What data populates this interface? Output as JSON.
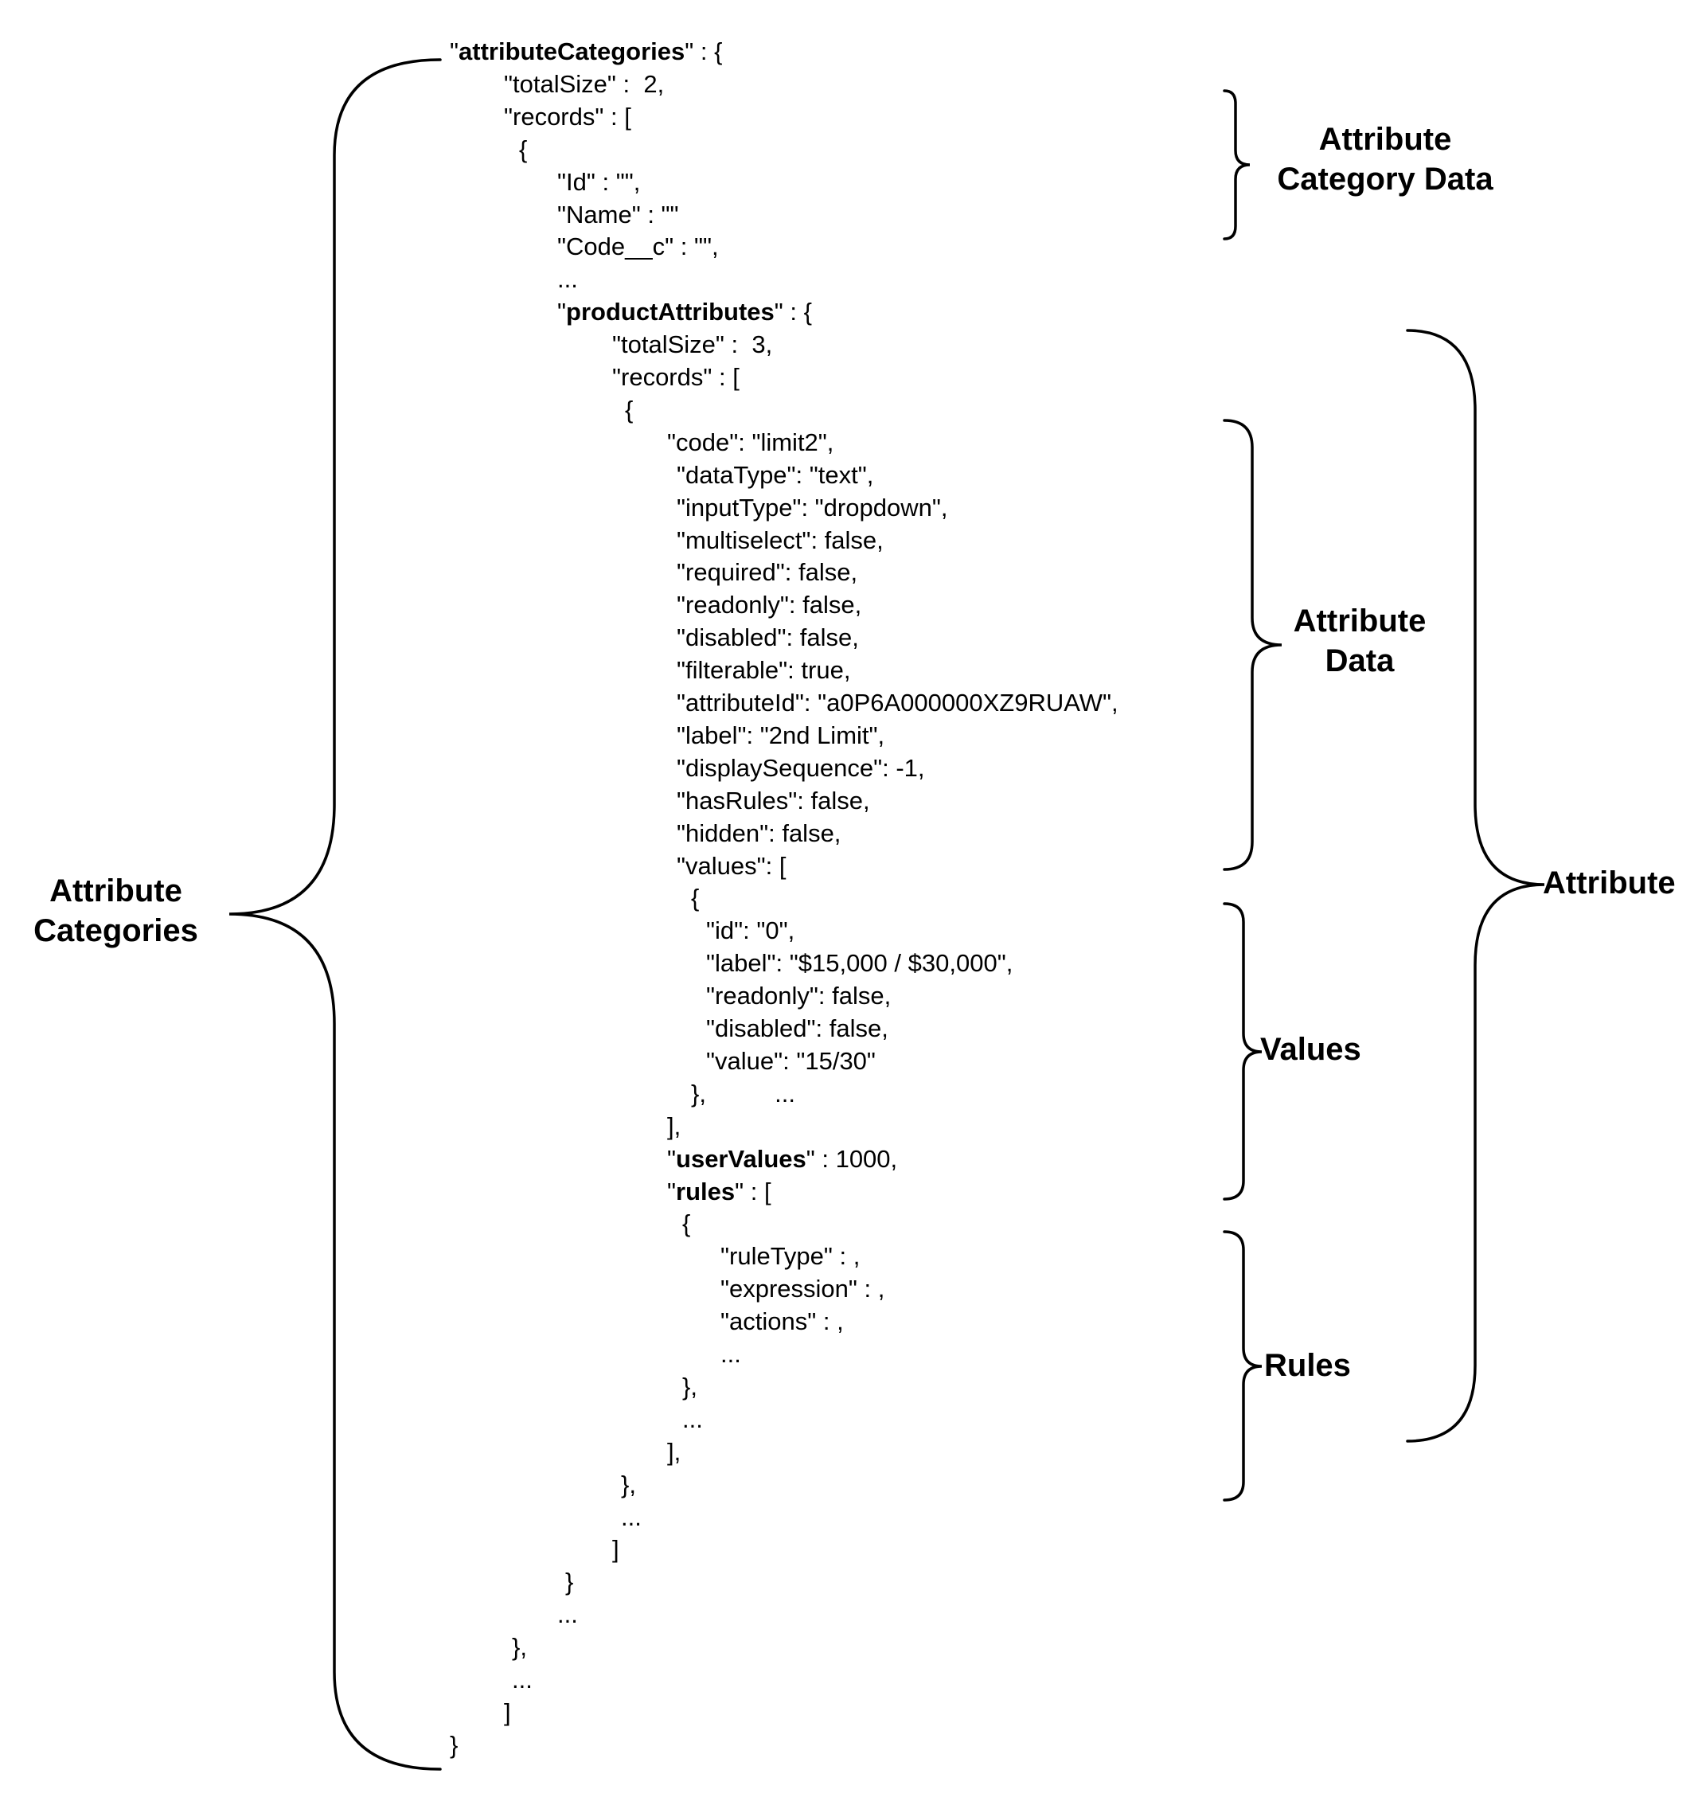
{
  "code_lines": [
    {
      "segments": [
        {
          "t": "\""
        },
        {
          "t": "attributeCategories",
          "b": true
        },
        {
          "t": "\" : {"
        }
      ]
    },
    {
      "segments": [
        {
          "t": "\"totalSize\" :  2,"
        }
      ]
    },
    {
      "segments": [
        {
          "t": "\"records\" : ["
        }
      ]
    },
    {
      "segments": [
        {
          "t": "{"
        }
      ]
    },
    {
      "segments": [
        {
          "t": "\"Id\" : \"\","
        }
      ]
    },
    {
      "segments": [
        {
          "t": "\"Name\" : \"\""
        }
      ]
    },
    {
      "segments": [
        {
          "t": "\"Code__c\" : \"\","
        }
      ]
    },
    {
      "segments": [
        {
          "t": "..."
        }
      ]
    },
    {
      "segments": [
        {
          "t": "\""
        },
        {
          "t": "productAttributes",
          "b": true
        },
        {
          "t": "\" : {"
        }
      ]
    },
    {
      "segments": [
        {
          "t": "\"totalSize\" :  3,"
        }
      ]
    },
    {
      "segments": [
        {
          "t": "\"records\" : ["
        }
      ]
    },
    {
      "segments": [
        {
          "t": "{"
        }
      ]
    },
    {
      "segments": [
        {
          "t": "\"code\": \"limit2\","
        }
      ]
    },
    {
      "segments": [
        {
          "t": "\"dataType\": \"text\","
        }
      ]
    },
    {
      "segments": [
        {
          "t": "\"inputType\": \"dropdown\","
        }
      ]
    },
    {
      "segments": [
        {
          "t": "\"multiselect\": false,"
        }
      ]
    },
    {
      "segments": [
        {
          "t": "\"required\": false,"
        }
      ]
    },
    {
      "segments": [
        {
          "t": "\"readonly\": false,"
        }
      ]
    },
    {
      "segments": [
        {
          "t": "\"disabled\": false,"
        }
      ]
    },
    {
      "segments": [
        {
          "t": "\"filterable\": true,"
        }
      ]
    },
    {
      "segments": [
        {
          "t": "\"attributeId\": \"a0P6A000000XZ9RUAW\","
        }
      ]
    },
    {
      "segments": [
        {
          "t": "\"label\": \"2nd Limit\","
        }
      ]
    },
    {
      "segments": [
        {
          "t": "\"displaySequence\": -1,"
        }
      ]
    },
    {
      "segments": [
        {
          "t": "\"hasRules\": false,"
        }
      ]
    },
    {
      "segments": [
        {
          "t": "\"hidden\": false,"
        }
      ]
    },
    {
      "segments": [
        {
          "t": "\"values\": ["
        }
      ]
    },
    {
      "segments": [
        {
          "t": "{"
        }
      ]
    },
    {
      "segments": [
        {
          "t": "\"id\": \"0\","
        }
      ]
    },
    {
      "segments": [
        {
          "t": "\"label\": \"$15,000 / $30,000\","
        }
      ]
    },
    {
      "segments": [
        {
          "t": "\"readonly\": false,"
        }
      ]
    },
    {
      "segments": [
        {
          "t": "\"disabled\": false,"
        }
      ]
    },
    {
      "segments": [
        {
          "t": "\"value\": \"15/30\""
        }
      ]
    },
    {
      "segments": [
        {
          "t": "},          ..."
        }
      ]
    },
    {
      "segments": [
        {
          "t": "],"
        }
      ]
    },
    {
      "segments": [
        {
          "t": "\""
        },
        {
          "t": "userValues",
          "b": true
        },
        {
          "t": "\" : 1000,"
        }
      ]
    },
    {
      "segments": [
        {
          "t": "\""
        },
        {
          "t": "rules",
          "b": true
        },
        {
          "t": "\" : ["
        }
      ]
    },
    {
      "segments": [
        {
          "t": "{"
        }
      ]
    },
    {
      "segments": [
        {
          "t": "\"ruleType\" : ,"
        }
      ]
    },
    {
      "segments": [
        {
          "t": "\"expression\" : ,"
        }
      ]
    },
    {
      "segments": [
        {
          "t": "\"actions\" : ,"
        }
      ]
    },
    {
      "segments": [
        {
          "t": "..."
        }
      ]
    },
    {
      "segments": [
        {
          "t": "},"
        }
      ]
    },
    {
      "segments": [
        {
          "t": "..."
        }
      ]
    },
    {
      "segments": [
        {
          "t": "],"
        }
      ]
    },
    {
      "segments": [
        {
          "t": "},"
        }
      ]
    },
    {
      "segments": [
        {
          "t": "..."
        }
      ]
    },
    {
      "segments": [
        {
          "t": "]"
        }
      ]
    },
    {
      "segments": [
        {
          "t": "}"
        }
      ]
    },
    {
      "segments": [
        {
          "t": "..."
        }
      ]
    },
    {
      "segments": [
        {
          "t": "},"
        }
      ]
    },
    {
      "segments": [
        {
          "t": "..."
        }
      ]
    },
    {
      "segments": [
        {
          "t": "]"
        }
      ]
    },
    {
      "segments": [
        {
          "t": "}"
        }
      ]
    }
  ],
  "brackets": [
    {
      "name": "attribute-categories",
      "lines": [
        "Attribute",
        "Categories"
      ]
    },
    {
      "name": "attribute-category-data",
      "lines": [
        "Attribute",
        "Category Data"
      ]
    },
    {
      "name": "attribute",
      "lines": [
        "Attribute"
      ]
    },
    {
      "name": "attribute-data",
      "lines": [
        "Attribute",
        "Data"
      ]
    },
    {
      "name": "values",
      "lines": [
        "Values"
      ]
    },
    {
      "name": "rules",
      "lines": [
        "Rules"
      ]
    }
  ]
}
